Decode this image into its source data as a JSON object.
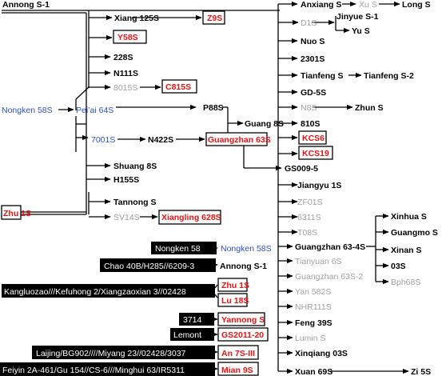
{
  "colors": {
    "black": "#000000",
    "gray": "#a0a0a0",
    "blue": "#2e4fc7",
    "red": "#ee1111"
  },
  "nodes": {
    "annong_s1": "Annong S-1",
    "xiang125s": "Xiang 125S",
    "z9s": "Z9S",
    "y58s": "Y58S",
    "s228": "228S",
    "n111s": "N111S",
    "s8015": "8015S",
    "c815s": "C815S",
    "nongken58s": "Nongken 58S",
    "peiai64s": "Pei’ai 64S",
    "p88s": "P88S",
    "guang8s": "Guang 8S",
    "s7001": "7001S",
    "n422s": "N422S",
    "guangzhan63s": "Guangzhan 63S",
    "shuang8s": "Shuang 8S",
    "h155s": "H155S",
    "tannongs": "Tannong S",
    "zhu1s": "Zhu 1S",
    "sv14s": "SV14S",
    "xiangling628s": "Xiangling 628S",
    "anxiangs": "Anxiang S",
    "xus": "Xu S",
    "longs": "Long S",
    "d1s": "D1S",
    "jinyues1": "Jinyue S-1",
    "yus": "Yu S",
    "nuos": "Nuo S",
    "s2301": "2301S",
    "tianfengs": "Tianfeng S",
    "tianfengs2": "Tianfeng S-2",
    "gd5s": "GD-5S",
    "n8s": "N8S",
    "zhuns": "Zhun S",
    "s810": "810S",
    "kcs6": "KCS6",
    "kcs19": "KCS19",
    "gs009": "GS009-5",
    "jiangyu1s": "Jiangyu 1S",
    "zf01s": "ZF01S",
    "s6311": "6311S",
    "t08s": "T08S",
    "gz634s": "Guangzhan 63-4S",
    "xinhuas": "Xinhua S",
    "guangmos": "Guangmo S",
    "xinans": "Xinan S",
    "s03": "03S",
    "bph68s": "Bph68S",
    "tianyuan6s": "Tianyuan 6S",
    "gz63s2": "Guangzhan 63S-2",
    "yan582s": "Yan 582S",
    "nhr111s": "NHR111S",
    "feng39s": "Feng 39S",
    "lumins": "Lumin S",
    "xinqiang03s": "Xinqiang 03S",
    "xuan69s": "Xuan 69S",
    "zi5s": "Zi 5S"
  },
  "origins": [
    {
      "source": "Nongken 58",
      "target": "Nongken 58S"
    },
    {
      "source": "Chao 40B/H285//6209-3",
      "target": "Annong S-1"
    },
    {
      "source": "Kangluozao///Kefuhong 2/Xiangzaoxian 3//02428",
      "target": "Zhu 1S"
    },
    {
      "source": "",
      "target": "Lu 18S"
    },
    {
      "source": "3714",
      "target": "Yannong S"
    },
    {
      "source": "Lemont",
      "target": "GS2011-20"
    },
    {
      "source": "Laijing/BG902////Miyang 23//02428/3037",
      "target": "An 7S-III"
    },
    {
      "source": "Feiyin 2A-461/Gu 154//CS-6///Minghui 63/IR5311",
      "target": "Mian 9S"
    }
  ]
}
